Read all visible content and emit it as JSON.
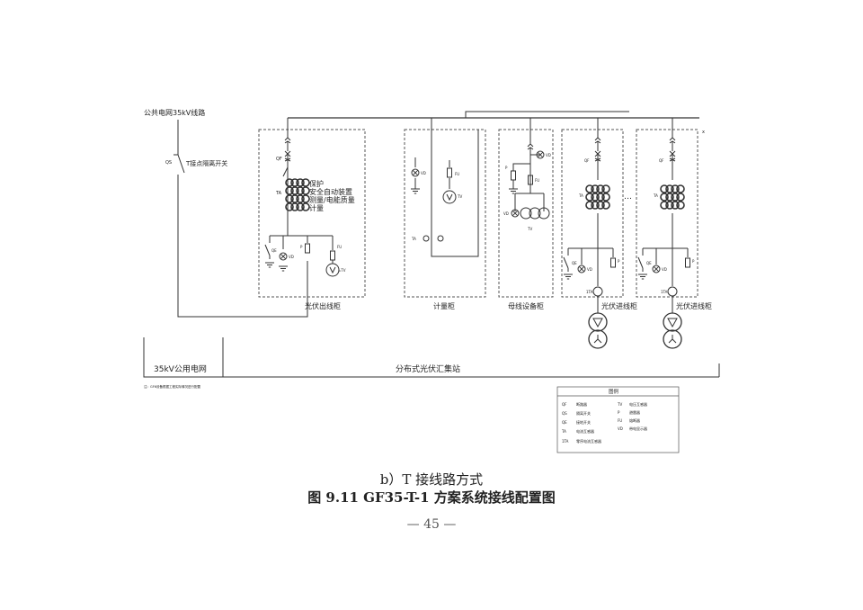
{
  "labels": {
    "grid_line": "公共电网35kV线路",
    "tap_switch_code": "QS",
    "tap_switch": "T接点隔离开关",
    "pv_out": "光伏出线柜",
    "meter": "计量柜",
    "bus_equip": "母线设备柜",
    "pv_in_1": "光伏进线柜",
    "pv_in_2": "光伏进线柜",
    "public_grid": "35kV公用电网",
    "station": "分布式光伏汇集站",
    "note": "注：GF6设备根据工程实际情况进行配置",
    "func_protect": "保护",
    "func_safety": "安全自动装置",
    "func_quality": "测量/电能质量",
    "func_metering": "计量"
  },
  "codes": {
    "qf": "QF",
    "ta": "TA",
    "qe": "QE",
    "vd": "VD",
    "p": "P",
    "fu": "FU",
    "tv": "TV",
    "ta_l": "1TA",
    "tv_p": "=TV"
  },
  "legend": {
    "title": "图例",
    "left": [
      {
        "code": "QF",
        "name": "断路器"
      },
      {
        "code": "QS",
        "name": "隔离开关"
      },
      {
        "code": "QE",
        "name": "接地开关"
      },
      {
        "code": "TA",
        "name": "电流互感器"
      },
      {
        "code": "1TA",
        "name": "零序电流互感器"
      }
    ],
    "right": [
      {
        "code": "TV",
        "name": "电压互感器"
      },
      {
        "code": "P",
        "name": "避雷器"
      },
      {
        "code": "FU",
        "name": "熔断器"
      },
      {
        "code": "VD",
        "name": "带电显示器"
      }
    ]
  },
  "caption": {
    "sub": "b）T 接线路方式",
    "figure": "图 9.11   GF35-T-1 方案系统接线配置图",
    "page": "— 45 —"
  }
}
